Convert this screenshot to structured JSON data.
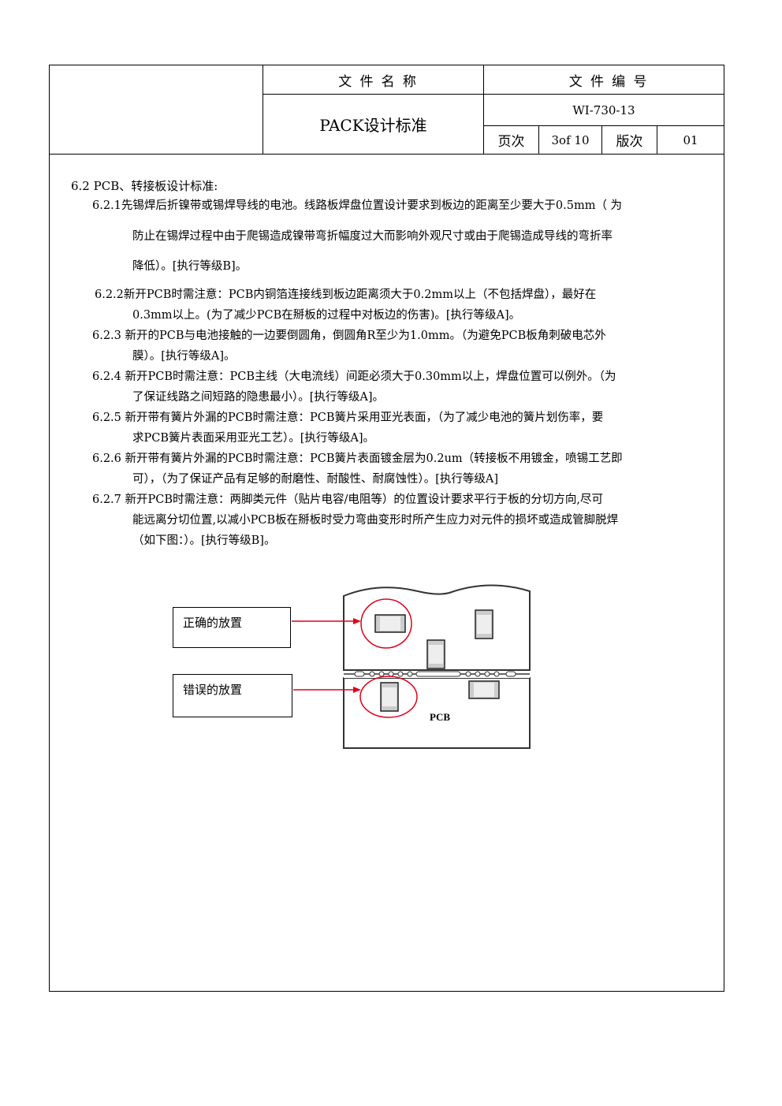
{
  "header": {
    "doc_name_label": "文件名称",
    "doc_number_label": "文件编号",
    "doc_title": "PACK设计标准",
    "doc_number": "WI-730-13",
    "page_label": "页次",
    "page_value": "3of 10",
    "version_label": "版次",
    "version_value": "01"
  },
  "section": {
    "heading": "6.2 PCB、转接板设计标准:",
    "items": [
      {
        "l1": "6.2.1先锡焊后折镍带或锡焊导线的电池。线路板焊盘位置设计要求到板边的距离至少要大于0.5mm（ 为",
        "l2": "防止在锡焊过程中由于爬锡造成镍带弯折幅度过大而影响外观尺寸或由于爬锡造成导线的弯折率",
        "l3": "降低）。[执行等级B]。"
      },
      {
        "l1": "6.2.2新开PCB时需注意：PCB内铜箔连接线到板边距离须大于0.2mm以上（不包括焊盘），最好在",
        "l2": "0.3mm以上。(为了减少PCB在掰板的过程中对板边的伤害)。[执行等级A]。"
      },
      {
        "l1": "6.2.3 新开的PCB与电池接触的一边要倒圆角，倒圆角R至少为1.0mm。（为避免PCB板角刺破电芯外",
        "l2": "膜）。[执行等级A]。"
      },
      {
        "l1": "6.2.4 新开PCB时需注意：PCB主线（大电流线）间距必须大于0.30mm以上，焊盘位置可以例外。（为",
        "l2": "了保证线路之间短路的隐患最小）。[执行等级A]。"
      },
      {
        "l1": "6.2.5 新开带有簧片外漏的PCB时需注意：PCB簧片采用亚光表面，（为了减少电池的簧片划伤率，要",
        "l2": "求PCB簧片表面采用亚光工艺）。[执行等级A]。"
      },
      {
        "l1": "6.2.6 新开带有簧片外漏的PCB时需注意：PCB簧片表面镀金层为0.2um（转接板不用镀金，喷锡工艺即",
        "l2": "可），（为了保证产品有足够的耐磨性、耐酸性、耐腐蚀性）。[执行等级A]"
      },
      {
        "l1": "6.2.7 新开PCB时需注意：两脚类元件（贴片电容/电阻等）的位置设计要求平行于板的分切方向,尽可",
        "l2": "能远离分切位置,以减小PCB板在掰板时受力弯曲变形时所产生应力对元件的损坏或造成管脚脱焊",
        "l3": "（如下图：）。[执行等级B]。"
      }
    ]
  },
  "figure": {
    "correct_label": "正确的放置",
    "wrong_label": "错误的放置",
    "pcb_label": "PCB",
    "arrow_color": "#e0001a",
    "circle_color": "#e0001a"
  }
}
